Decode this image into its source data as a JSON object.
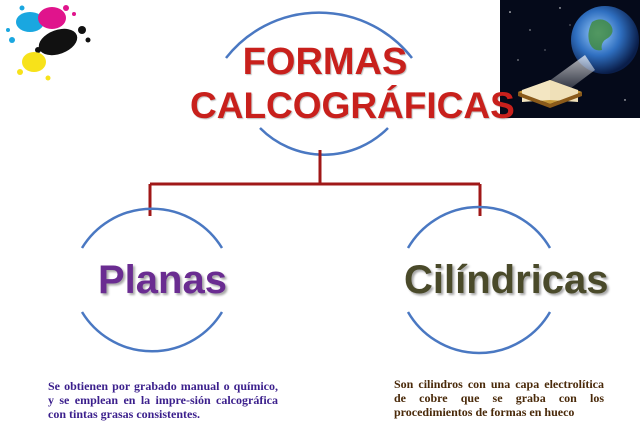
{
  "title": {
    "line1": "FORMAS",
    "line2": "CALCOGRÁFICAS"
  },
  "branches": [
    {
      "label": "Planas",
      "description": "Se obtienen por grabado manual o químico, y se emplean en la impre-sión calcográfica con tintas grasas consistentes."
    },
    {
      "label": "Cilíndricas",
      "description": "Son cilindros con una capa electrolítica de cobre que se graba con los procedimientos de formas en hueco"
    }
  ],
  "colors": {
    "title": "#c8201c",
    "connector": "#a01818",
    "arc": "#4a78c2",
    "planas": "#6a2c91",
    "cilindricas": "#4a4a2a",
    "desc_planas": "#3b1f8c",
    "desc_cilindricas": "#4a2a0a"
  },
  "decorations": {
    "top_left": "cmyk-ink-splash",
    "top_right": "book-with-earth-in-space"
  }
}
